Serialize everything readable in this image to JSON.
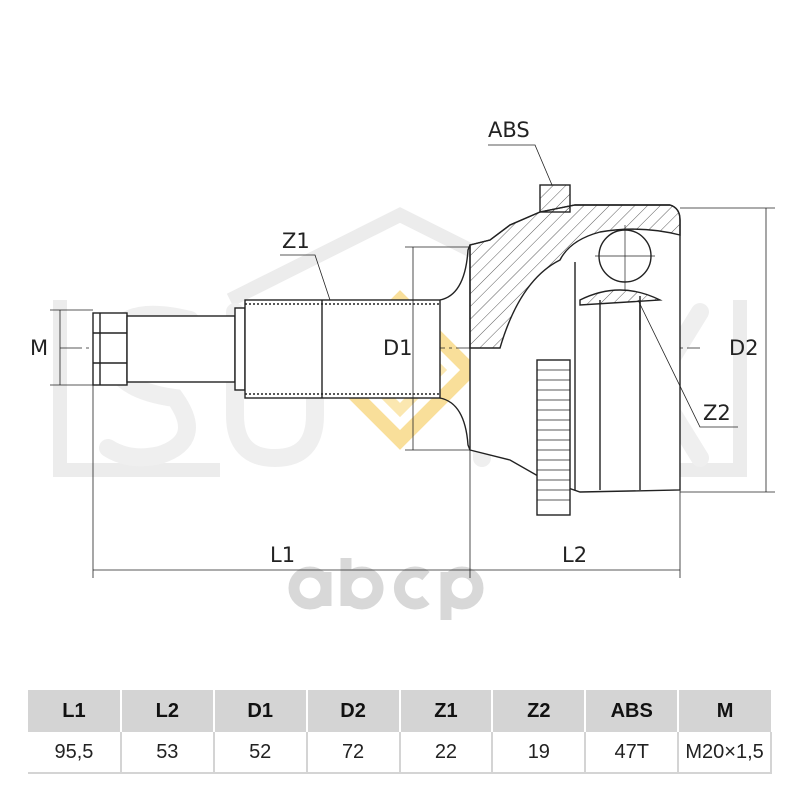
{
  "watermark": {
    "brand": "SUFIX",
    "logo": "abcp"
  },
  "drawing": {
    "callouts": {
      "abs": "ABS",
      "z1": "Z1",
      "z2": "Z2",
      "m": "M",
      "d1": "D1",
      "d2": "D2",
      "l1": "L1",
      "l2": "L2"
    }
  },
  "spec_table": {
    "headers": [
      "L1",
      "L2",
      "D1",
      "D2",
      "Z1",
      "Z2",
      "ABS",
      "M"
    ],
    "values": [
      "95,5",
      "53",
      "52",
      "72",
      "22",
      "19",
      "47T",
      "M20×1,5"
    ]
  }
}
